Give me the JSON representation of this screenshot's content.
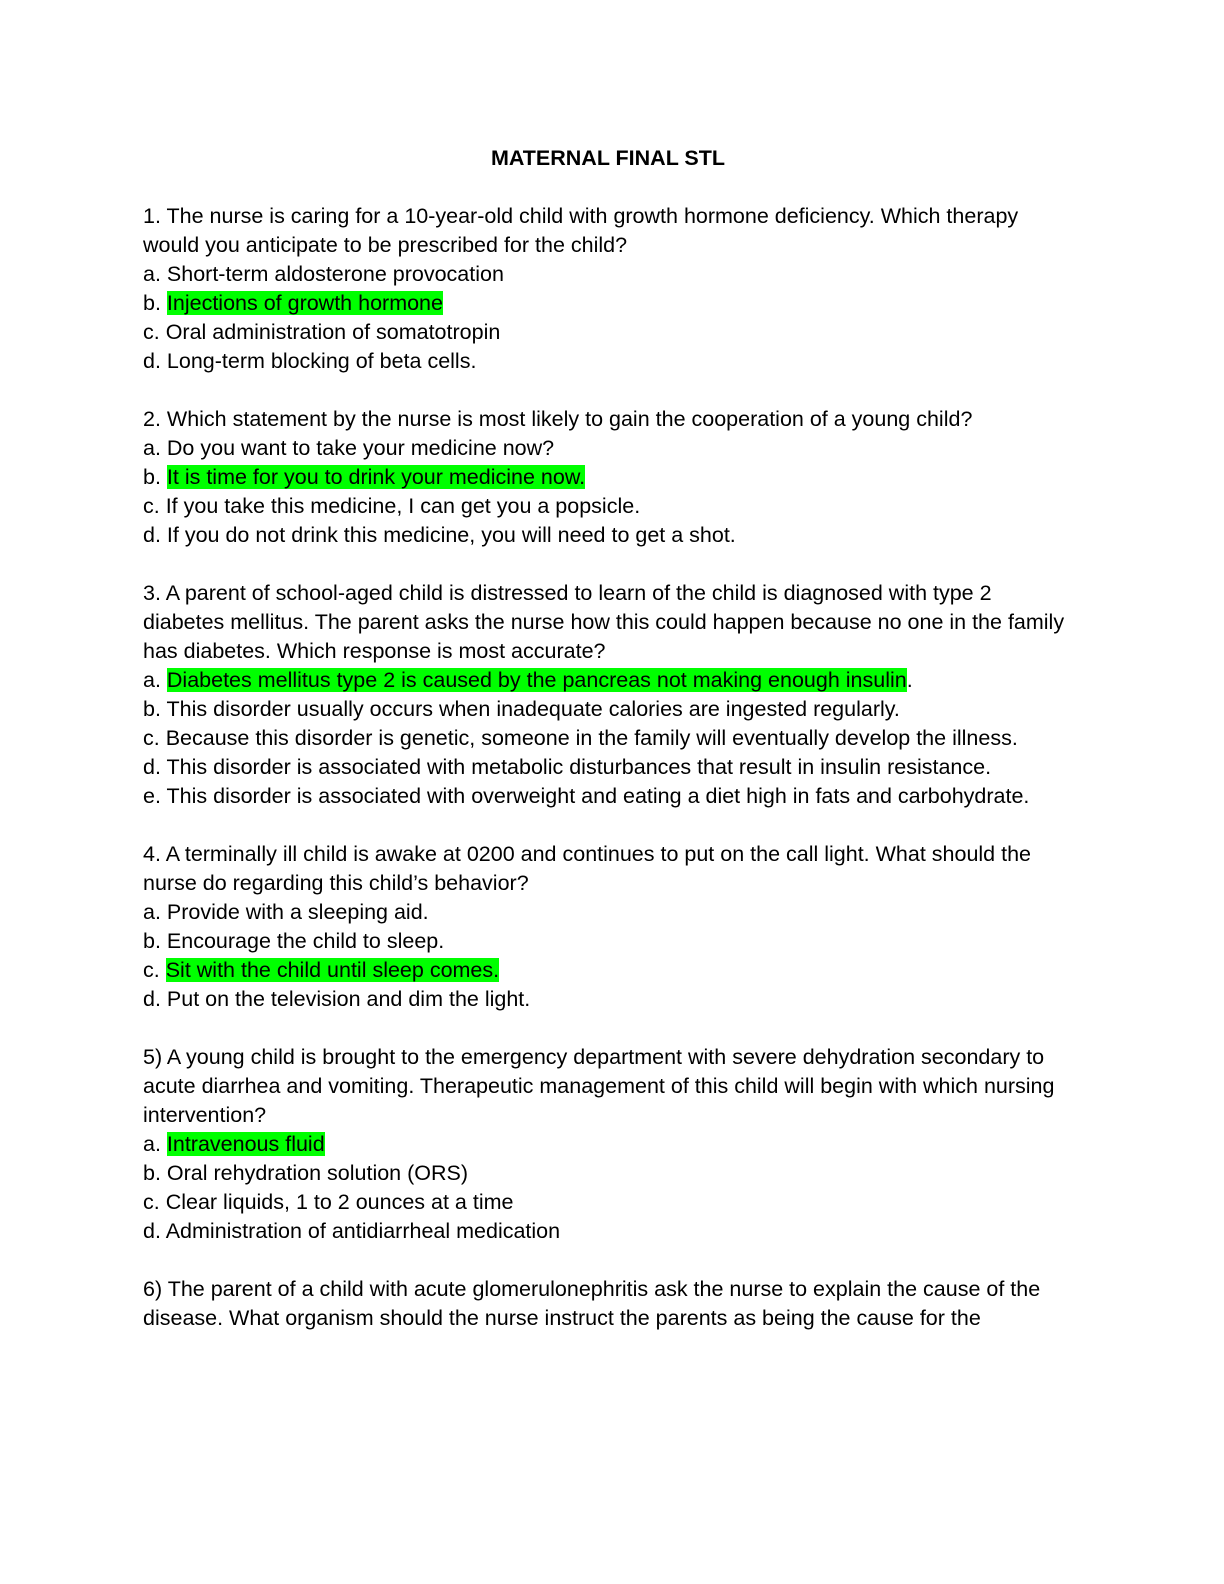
{
  "document": {
    "title": "MATERNAL FINAL STL",
    "highlight_color": "#00ff00",
    "questions": [
      {
        "text": "1. The nurse is caring for a 10-year-old child with growth hormone deficiency. Which therapy would you anticipate to be prescribed for the child?",
        "options": [
          {
            "prefix": "a. ",
            "text": "Short-term aldosterone provocation",
            "suffix": ""
          },
          {
            "prefix": "b. ",
            "text": "Injections of growth hormone",
            "suffix": "",
            "highlighted": true
          },
          {
            "prefix": "c. ",
            "text": "Oral administration of somatotropin",
            "suffix": ""
          },
          {
            "prefix": "d. ",
            "text": "Long-term blocking of beta cells.",
            "suffix": ""
          }
        ]
      },
      {
        "text": "2. Which statement by the nurse is most likely to gain the cooperation of a young child?",
        "options": [
          {
            "prefix": "a. ",
            "text": "Do you want to take your medicine now?",
            "suffix": ""
          },
          {
            "prefix": "b. ",
            "text": "It is time for you to drink your medicine now.",
            "suffix": "",
            "highlighted": true
          },
          {
            "prefix": "c. ",
            "text": "If you take this medicine, I can get you a popsicle.",
            "suffix": ""
          },
          {
            "prefix": "d. ",
            "text": "If you do not drink this medicine, you will need to get a shot.",
            "suffix": ""
          }
        ]
      },
      {
        "text": "3. A parent of school-aged child is distressed to learn of the child is diagnosed with type 2 diabetes mellitus. The parent asks the nurse how this could happen because no one in the family has diabetes. Which response is most accurate?",
        "options": [
          {
            "prefix": "a. ",
            "text": "Diabetes mellitus type 2 is caused by the pancreas not making enough insulin",
            "suffix": ".",
            "highlighted": true
          },
          {
            "prefix": "b. ",
            "text": "This disorder usually occurs when inadequate calories are ingested regularly.",
            "suffix": ""
          },
          {
            "prefix": "c. ",
            "text": "Because this disorder is genetic, someone in the family will eventually develop the illness.",
            "suffix": ""
          },
          {
            "prefix": "d. ",
            "text": "This disorder is associated with metabolic disturbances that result in insulin resistance.",
            "suffix": ""
          },
          {
            "prefix": "e. ",
            "text": "This disorder is associated with overweight and eating a diet high in fats and carbohydrate.",
            "suffix": ""
          }
        ]
      },
      {
        "text": "4. A terminally ill child is awake at 0200 and continues to put on the call light. What should the nurse do regarding this child’s behavior?",
        "options": [
          {
            "prefix": "a. ",
            "text": "Provide with a sleeping aid.",
            "suffix": ""
          },
          {
            "prefix": "b. ",
            "text": "Encourage the child to sleep.",
            "suffix": ""
          },
          {
            "prefix": "c. ",
            "text": "Sit with the child until sleep comes.",
            "suffix": "",
            "highlighted": true
          },
          {
            "prefix": "d. ",
            "text": "Put on the television and dim the light.",
            "suffix": ""
          }
        ]
      },
      {
        "text": "5) A young child is brought to the emergency department with severe dehydration secondary to acute diarrhea and vomiting. Therapeutic management of this child will begin with which nursing intervention?",
        "options": [
          {
            "prefix": "a. ",
            "text": "Intravenous fluid",
            "suffix": "",
            "highlighted": true
          },
          {
            "prefix": "b. ",
            "text": "Oral rehydration solution (ORS)",
            "suffix": ""
          },
          {
            "prefix": "c. ",
            "text": "Clear liquids, 1 to 2 ounces at a time",
            "suffix": ""
          },
          {
            "prefix": "d. ",
            "text": "Administration of antidiarrheal medication",
            "suffix": ""
          }
        ]
      },
      {
        "text": "6) The parent of a child with acute glomerulonephritis ask the nurse to explain the cause of the disease. What organism should the nurse instruct the parents as being the cause for the",
        "options": []
      }
    ]
  }
}
